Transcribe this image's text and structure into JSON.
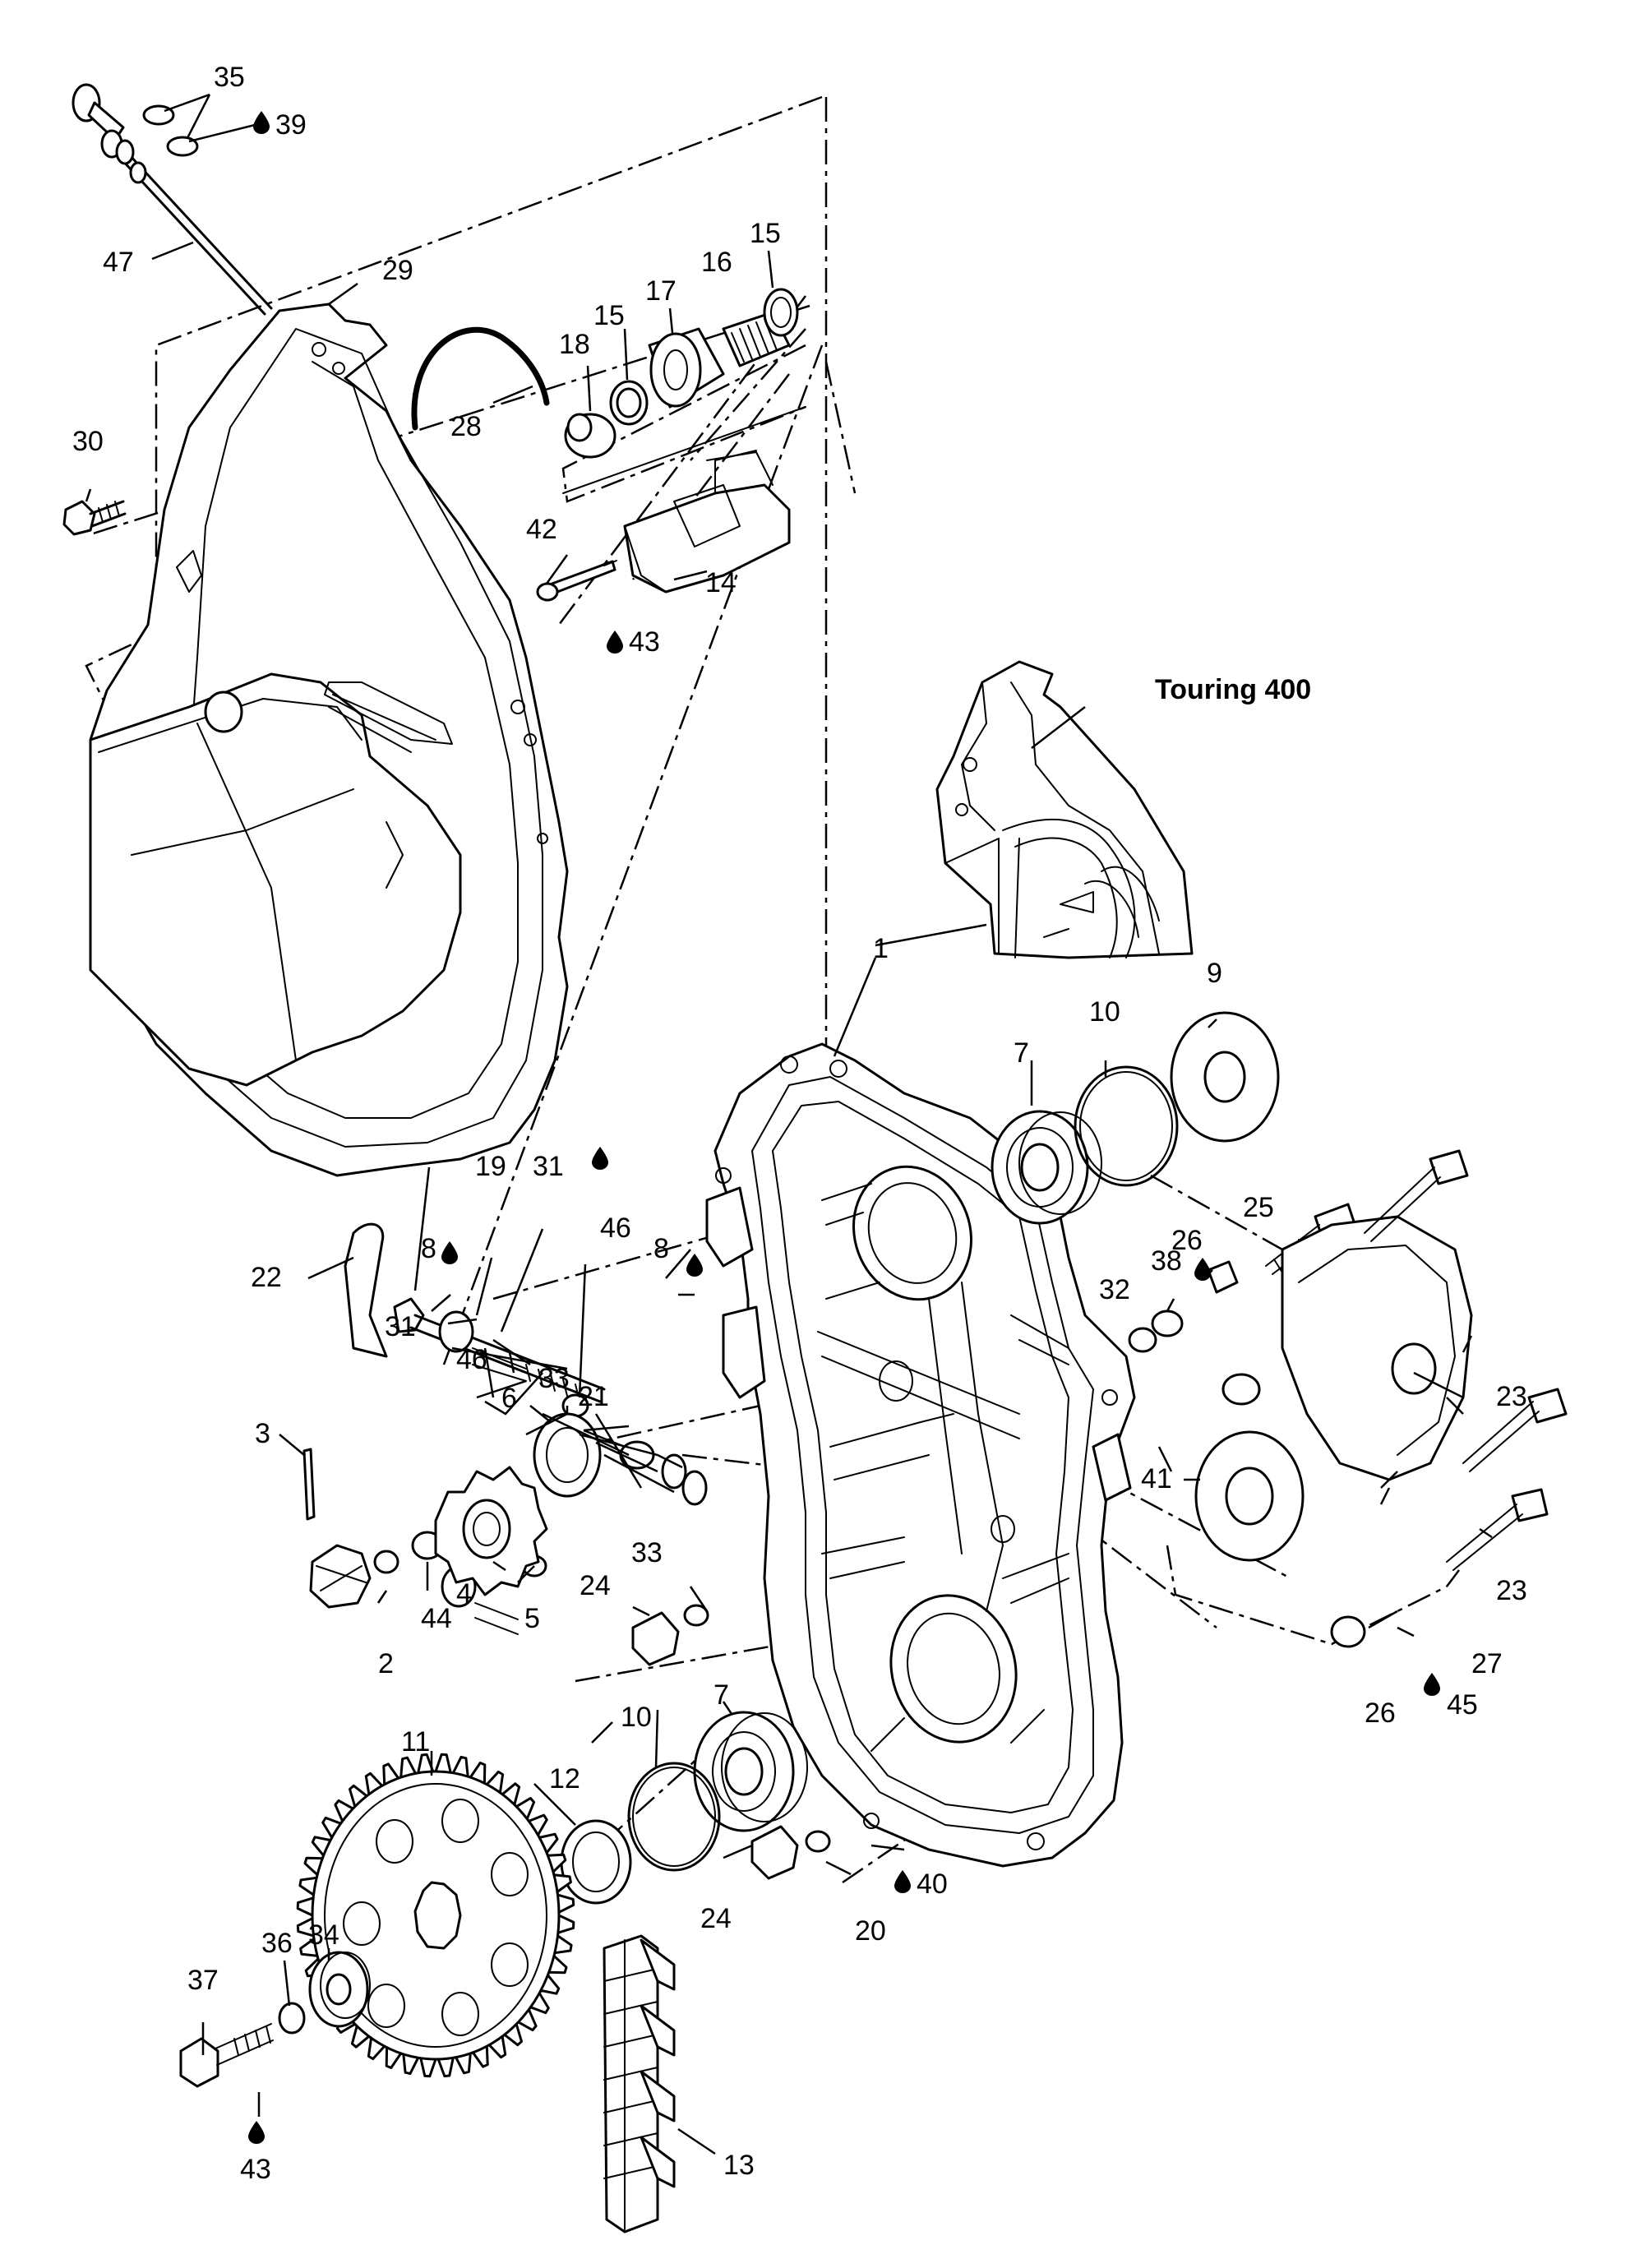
{
  "variant_label": "Touring 400",
  "parts": [
    {
      "id": "1",
      "text": "1"
    },
    {
      "id": "2",
      "text": "2"
    },
    {
      "id": "3",
      "text": "3"
    },
    {
      "id": "4",
      "text": "4"
    },
    {
      "id": "5",
      "text": "5"
    },
    {
      "id": "6",
      "text": "6"
    },
    {
      "id": "7a",
      "text": "7"
    },
    {
      "id": "7b",
      "text": "7"
    },
    {
      "id": "8a",
      "text": "8"
    },
    {
      "id": "8b",
      "text": "8"
    },
    {
      "id": "9",
      "text": "9"
    },
    {
      "id": "10a",
      "text": "10"
    },
    {
      "id": "10b",
      "text": "10"
    },
    {
      "id": "11",
      "text": "11"
    },
    {
      "id": "12",
      "text": "12"
    },
    {
      "id": "13",
      "text": "13"
    },
    {
      "id": "14",
      "text": "14"
    },
    {
      "id": "15a",
      "text": "15"
    },
    {
      "id": "15b",
      "text": "15"
    },
    {
      "id": "16",
      "text": "16"
    },
    {
      "id": "17",
      "text": "17"
    },
    {
      "id": "18",
      "text": "18"
    },
    {
      "id": "19",
      "text": "19"
    },
    {
      "id": "20",
      "text": "20"
    },
    {
      "id": "21",
      "text": "21"
    },
    {
      "id": "22",
      "text": "22"
    },
    {
      "id": "23a",
      "text": "23"
    },
    {
      "id": "23b",
      "text": "23"
    },
    {
      "id": "24a",
      "text": "24"
    },
    {
      "id": "24b",
      "text": "24"
    },
    {
      "id": "25",
      "text": "25"
    },
    {
      "id": "26a",
      "text": "26"
    },
    {
      "id": "26b",
      "text": "26"
    },
    {
      "id": "27",
      "text": "27"
    },
    {
      "id": "28",
      "text": "28"
    },
    {
      "id": "29",
      "text": "29"
    },
    {
      "id": "30",
      "text": "30"
    },
    {
      "id": "31a",
      "text": "31"
    },
    {
      "id": "31b",
      "text": "31"
    },
    {
      "id": "32",
      "text": "32"
    },
    {
      "id": "33a",
      "text": "33"
    },
    {
      "id": "33b",
      "text": "33"
    },
    {
      "id": "34",
      "text": "34"
    },
    {
      "id": "35",
      "text": "35"
    },
    {
      "id": "36",
      "text": "36"
    },
    {
      "id": "37",
      "text": "37"
    },
    {
      "id": "38",
      "text": "38"
    },
    {
      "id": "39",
      "text": "39"
    },
    {
      "id": "40",
      "text": "40"
    },
    {
      "id": "41",
      "text": "41"
    },
    {
      "id": "42",
      "text": "42"
    },
    {
      "id": "43a",
      "text": "43"
    },
    {
      "id": "43b",
      "text": "43"
    },
    {
      "id": "44",
      "text": "44"
    },
    {
      "id": "45",
      "text": "45"
    },
    {
      "id": "46a",
      "text": "46"
    },
    {
      "id": "46b",
      "text": "46"
    },
    {
      "id": "47",
      "text": "47"
    }
  ]
}
